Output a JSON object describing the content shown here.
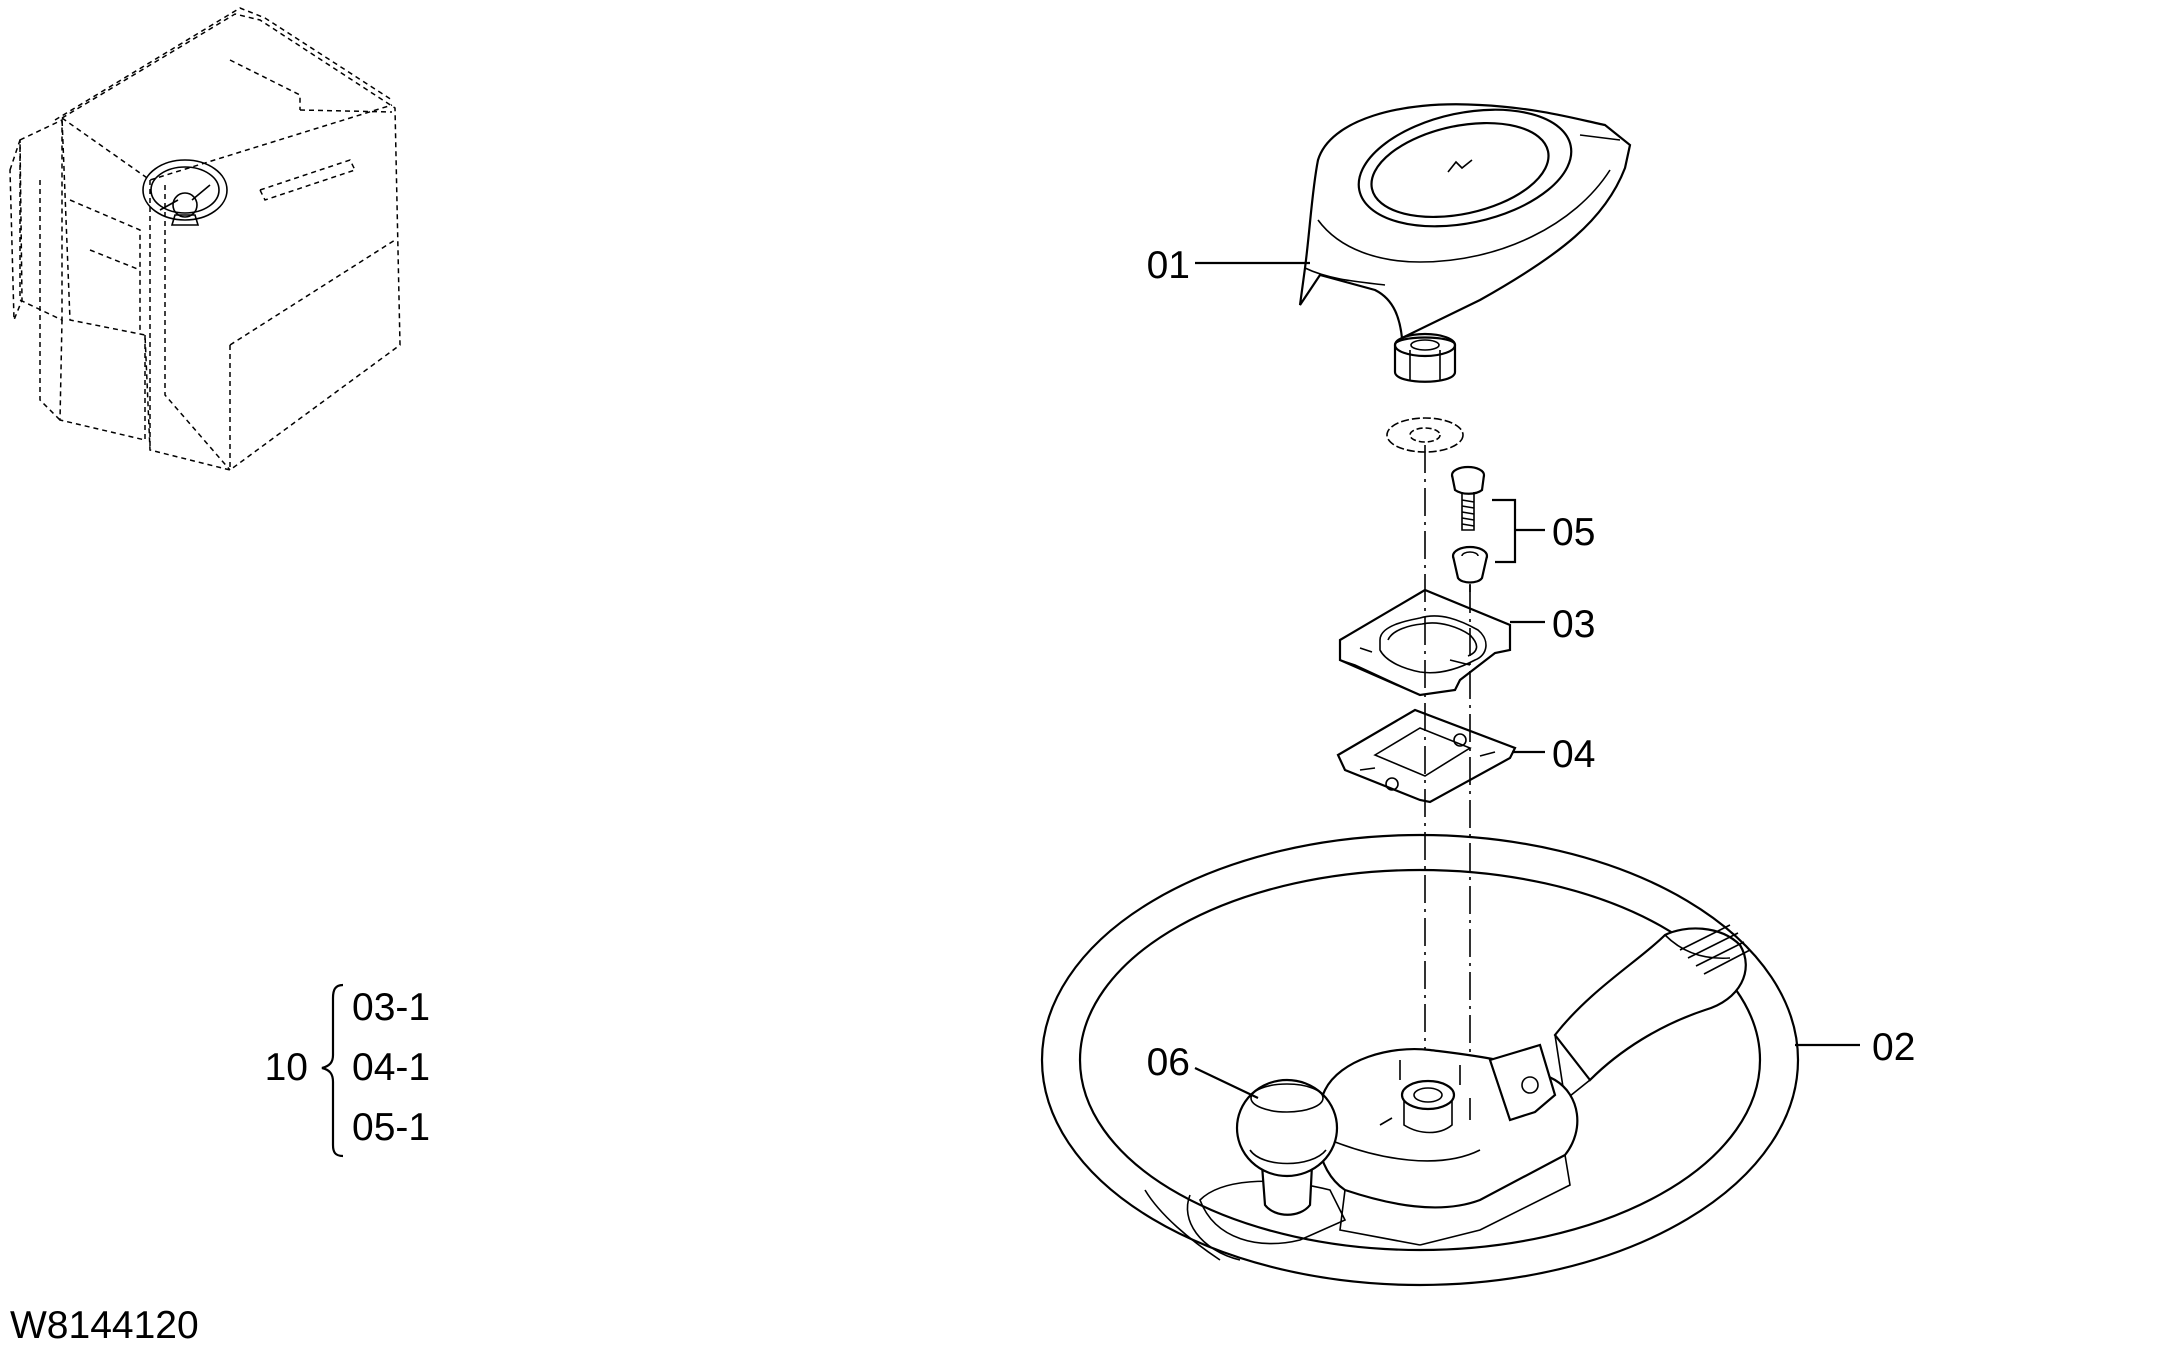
{
  "diagram": {
    "drawing_number": "W8144120",
    "parts": [
      {
        "id": "01"
      },
      {
        "id": "02"
      },
      {
        "id": "03"
      },
      {
        "id": "04"
      },
      {
        "id": "05"
      },
      {
        "id": "06"
      }
    ],
    "kit": {
      "label": "10",
      "items": [
        "03-1",
        "04-1",
        "05-1"
      ]
    }
  }
}
